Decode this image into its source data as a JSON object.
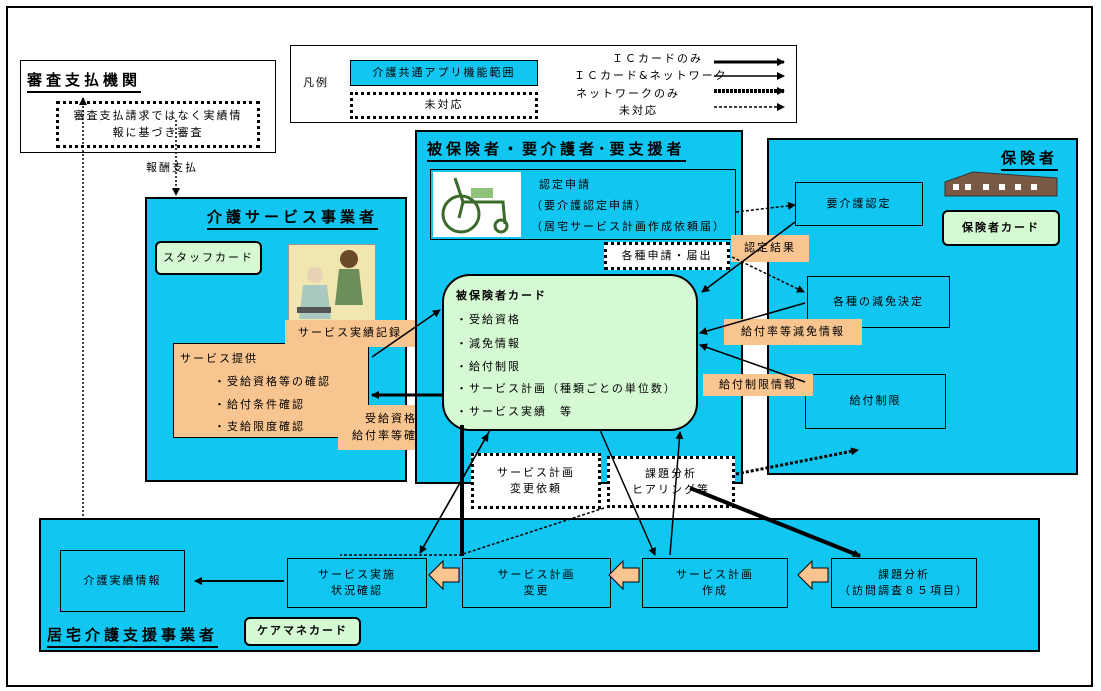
{
  "title": "",
  "legend": {
    "label": "凡例",
    "scope_label": "介護共通アプリ機能範囲",
    "unsupported_label": "未対応",
    "line_ic_only": "ＩＣカードのみ",
    "line_ic_network": "ＩＣカード&ネットワーク",
    "line_network_only": "ネットワークのみ",
    "line_unsupported": "未対応"
  },
  "review_payment": {
    "title": "審査支払機関",
    "note": "審査支払請求ではなく実績情報に基づき審査",
    "reward_payment": "報酬支払"
  },
  "insured": {
    "title": "被保険者・要介護者･要支援者",
    "application": [
      "認定申請",
      "（要介護認定申請）",
      "（居宅サービス計画作成依頼届）"
    ],
    "various_applications": "各種申請・届出",
    "card_title": "被保険者カード",
    "card_items": [
      "・受給資格",
      "・減免情報",
      "・給付制限",
      "・サービス計画（種類ごとの単位数）",
      "・サービス実績　等"
    ],
    "service_plan_change_request": [
      "サービス計画",
      "変更依頼"
    ],
    "task_analysis_hearing": [
      "課題分析",
      "ヒアリング等"
    ]
  },
  "insurer": {
    "title": "保険者",
    "card": "保険者カード",
    "certification": "要介護認定",
    "certification_result": "認定結果",
    "reduction_decision": "各種の減免決定",
    "reduction_info": "給付率等減免情報",
    "benefit_limit": "給付制限",
    "benefit_limit_info": "給付制限情報"
  },
  "provider": {
    "title": "介護サービス事業者",
    "staff_card": "スタッフカード",
    "service_record": "サービス実績記録",
    "service_provision_title": "サービス提供",
    "service_provision_items": [
      "・受給資格等の確認",
      "・給付条件確認",
      "・支給限度確認"
    ],
    "eligibility_label": [
      "受給資格",
      "給付率等確認"
    ]
  },
  "care_manager": {
    "title": "居宅介護支援事業者",
    "card": "ケアマネカード",
    "care_record": "介護実績情報",
    "service_check": [
      "サービス実施",
      "状況確認"
    ],
    "plan_change": [
      "サービス計画",
      "変更"
    ],
    "plan_create": [
      "サービス計画",
      "作成"
    ],
    "task_analysis": [
      "課題分析",
      "（訪問調査８５項目）"
    ]
  },
  "icons": [
    "wheelchair-icon",
    "caregiver-icon",
    "building-icon"
  ],
  "colors": {
    "scope": "#11c6f0",
    "card": "#d5f9d3",
    "label": "#f8c48f",
    "flow_arrow": "#f8c48f"
  }
}
